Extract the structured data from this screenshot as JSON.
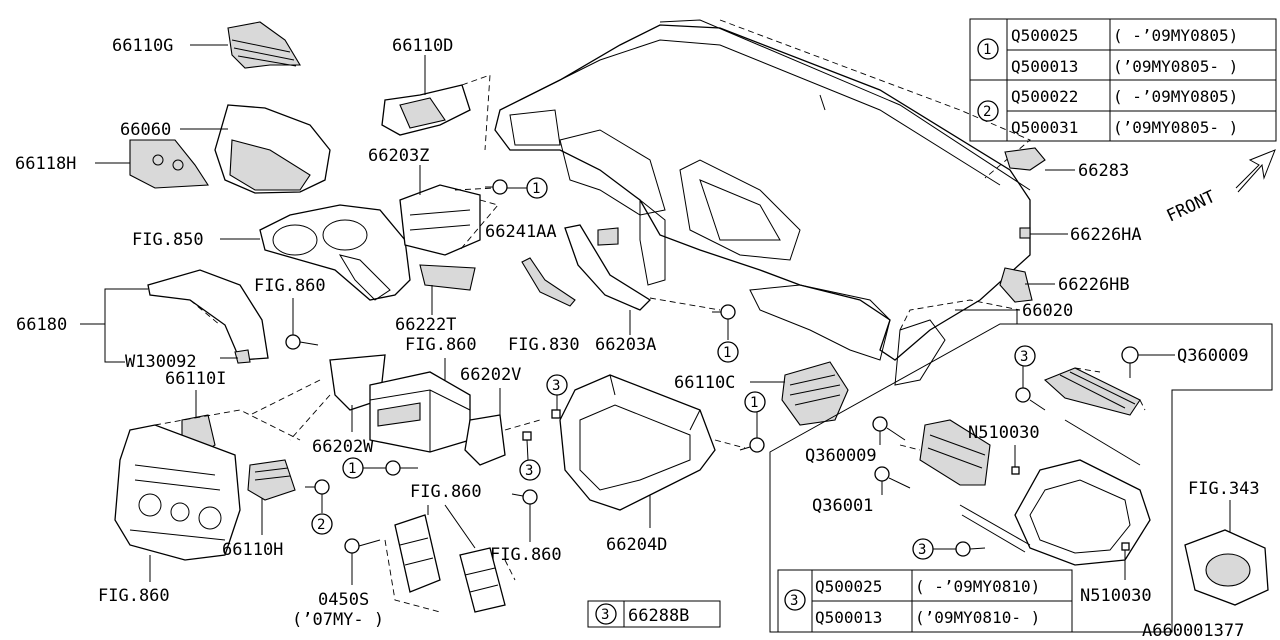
{
  "labels": {
    "l_66110G": "66110G",
    "l_66110D": "66110D",
    "l_66060": "66060",
    "l_66118H": "66118H",
    "l_66203Z": "66203Z",
    "l_fig850": "FIG.850",
    "l_66241AA": "66241AA",
    "l_fig860_a": "FIG.860",
    "l_66180": "66180",
    "l_w130092": "W130092",
    "l_66222T": "66222T",
    "l_fig830": "FIG.830",
    "l_66203A": "66203A",
    "l_fig860_b": "FIG.860",
    "l_66110I": "66110I",
    "l_66202V": "66202V",
    "l_66110C": "66110C",
    "l_66202W": "66202W",
    "l_66110H": "66110H",
    "l_fig860_c": "FIG.860",
    "l_fig860_d": "FIG.860",
    "l_fig860_e": "FIG.860",
    "l_66204D": "66204D",
    "l_0450S": "0450S",
    "l_07my": "(’07MY- )",
    "l_66283": "66283",
    "l_66226HA": "66226HA",
    "l_66226HB": "66226HB",
    "l_66020": "66020",
    "l_front": "FRONT",
    "l_q360009_a": "Q360009",
    "l_n510030_a": "N510030",
    "l_q360009_b": "Q360009",
    "l_q36001": "Q36001",
    "l_n510030_b": "N510030",
    "l_fig343": "FIG.343",
    "l_66288B": "66288B",
    "l_diagram_id": "A660001377"
  },
  "callouts": {
    "c1": "1",
    "c2": "2",
    "c3": "3"
  },
  "table_top": {
    "group1_num": "1",
    "group2_num": "2",
    "rows": [
      {
        "part": "Q500025",
        "range": "( -’09MY0805)"
      },
      {
        "part": "Q500013",
        "range": "(’09MY0805- )"
      },
      {
        "part": "Q500022",
        "range": "( -’09MY0805)"
      },
      {
        "part": "Q500031",
        "range": "(’09MY0805- )"
      }
    ]
  },
  "table_bottom": {
    "group_num": "3",
    "rows": [
      {
        "part": "Q500025",
        "range": "( -’09MY0810)"
      },
      {
        "part": "Q500013",
        "range": "(’09MY0810- )"
      }
    ]
  }
}
